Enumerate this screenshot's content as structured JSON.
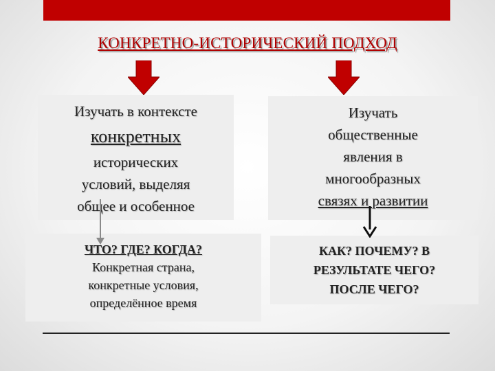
{
  "colors": {
    "accent": "#c00000",
    "box_bg": "#eeeeee",
    "arrow": "#c00000"
  },
  "title": "КОНКРЕТНО-ИСТОРИЧЕСКИЙ ПОДХОД",
  "left_top": {
    "line1": "Изучать в контексте",
    "emph": "конкретных",
    "line3": "исторических",
    "line4": "условий, выделяя",
    "line5": "общее и особенное"
  },
  "right_top": {
    "line1": "Изучать",
    "line2": "общественные",
    "line3": "явления в",
    "line4": "многообразных",
    "line5": "связях и развитии"
  },
  "left_bottom": {
    "question": "ЧТО? ГДЕ? КОГДА?",
    "line2": "Конкретная страна,",
    "line3": "конкретные условия,",
    "line4": "определённое время"
  },
  "right_bottom": {
    "line1": "КАК? ПОЧЕМУ? В",
    "line2": "РЕЗУЛЬТАТЕ ЧЕГО?",
    "line3": "ПОСЛЕ ЧЕГО?"
  }
}
